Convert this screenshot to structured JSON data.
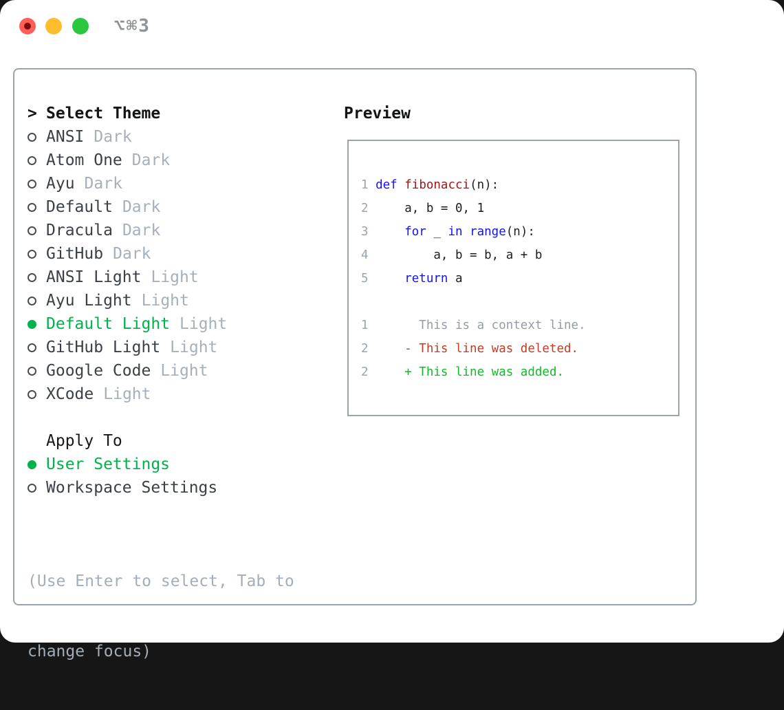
{
  "titlebar": {
    "shortcut": "⌥⌘3"
  },
  "theme_list": {
    "prompt": ">",
    "title": "Select Theme",
    "items": [
      {
        "name": "ANSI",
        "variant": "Dark",
        "selected": false
      },
      {
        "name": "Atom One",
        "variant": "Dark",
        "selected": false
      },
      {
        "name": "Ayu",
        "variant": "Dark",
        "selected": false
      },
      {
        "name": "Default",
        "variant": "Dark",
        "selected": false
      },
      {
        "name": "Dracula",
        "variant": "Dark",
        "selected": false
      },
      {
        "name": "GitHub",
        "variant": "Dark",
        "selected": false
      },
      {
        "name": "ANSI Light",
        "variant": "Light",
        "selected": false
      },
      {
        "name": "Ayu Light",
        "variant": "Light",
        "selected": false
      },
      {
        "name": "Default Light",
        "variant": "Light",
        "selected": true
      },
      {
        "name": "GitHub Light",
        "variant": "Light",
        "selected": false
      },
      {
        "name": "Google Code",
        "variant": "Light",
        "selected": false
      },
      {
        "name": "XCode",
        "variant": "Light",
        "selected": false
      }
    ]
  },
  "apply_to": {
    "title": "Apply To",
    "options": [
      {
        "label": "User Settings",
        "selected": true
      },
      {
        "label": "Workspace Settings",
        "selected": false
      }
    ]
  },
  "hint": {
    "line1": "(Use Enter to select, Tab to",
    "line2": "change focus)"
  },
  "preview": {
    "title": "Preview",
    "lines": [
      {
        "tokens": [
          {
            "style": "linenum",
            "text": "1"
          },
          {
            "style": "plain",
            "text": " "
          },
          {
            "style": "keyword",
            "text": "def"
          },
          {
            "style": "plain",
            "text": " "
          },
          {
            "style": "function",
            "text": "fibonacci"
          },
          {
            "style": "plain",
            "text": "(n):"
          }
        ]
      },
      {
        "tokens": [
          {
            "style": "linenum",
            "text": "2"
          },
          {
            "style": "plain",
            "text": "     a, b = 0, 1"
          }
        ]
      },
      {
        "tokens": [
          {
            "style": "linenum",
            "text": "3"
          },
          {
            "style": "plain",
            "text": "     "
          },
          {
            "style": "keyword",
            "text": "for"
          },
          {
            "style": "plain",
            "text": " _ "
          },
          {
            "style": "keyword",
            "text": "in"
          },
          {
            "style": "plain",
            "text": " "
          },
          {
            "style": "keyword",
            "text": "range"
          },
          {
            "style": "plain",
            "text": "(n):"
          }
        ]
      },
      {
        "tokens": [
          {
            "style": "linenum",
            "text": "4"
          },
          {
            "style": "plain",
            "text": "         a, b = b, a + b"
          }
        ]
      },
      {
        "tokens": [
          {
            "style": "linenum",
            "text": "5"
          },
          {
            "style": "plain",
            "text": "     "
          },
          {
            "style": "keyword",
            "text": "return"
          },
          {
            "style": "plain",
            "text": " a"
          }
        ]
      },
      {
        "tokens": []
      },
      {
        "tokens": [
          {
            "style": "linenum",
            "text": "1"
          },
          {
            "style": "context",
            "text": "       This is a context line."
          }
        ]
      },
      {
        "tokens": [
          {
            "style": "linenum",
            "text": "2"
          },
          {
            "style": "deleted",
            "text": "     - This line was deleted."
          }
        ]
      },
      {
        "tokens": [
          {
            "style": "linenum",
            "text": "2"
          },
          {
            "style": "added",
            "text": "     + This line was added."
          }
        ]
      }
    ]
  },
  "colors": {
    "selection_green": "#00b248",
    "added_green": "#0dbd23",
    "deleted_red": "#c43b22",
    "keyword_blue": "#1414f0",
    "function_red": "#a31414",
    "dim_gray": "#a4aeb8",
    "panel_border": "#9aa2ad",
    "traffic_close": "#ff5f57",
    "traffic_minimize": "#febc2e",
    "traffic_zoom": "#2ac840"
  }
}
